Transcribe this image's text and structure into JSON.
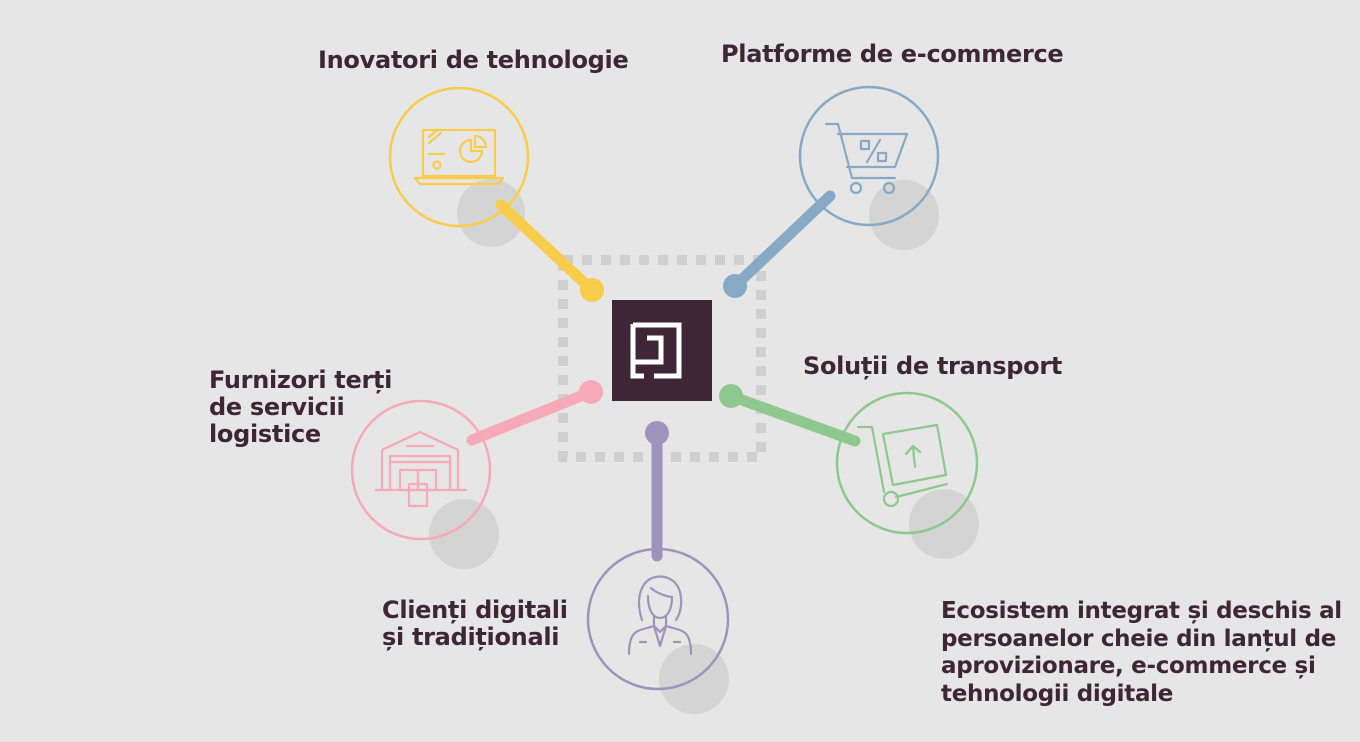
{
  "nodes": {
    "tech": {
      "label_lines": [
        "Inovatori de tehnologie"
      ],
      "color": "#f8cd4b",
      "icon": "laptop-chart-icon"
    },
    "ecommerce": {
      "label_lines": [
        "Platforme de e-commerce"
      ],
      "color": "#87a9c6",
      "icon": "shopping-cart-percent-icon"
    },
    "transport": {
      "label_lines": [
        "Soluții de transport"
      ],
      "color": "#8ec88e",
      "icon": "hand-truck-box-icon"
    },
    "logistics": {
      "label_lines": [
        "Furnizori terți",
        "de servicii",
        "logistice"
      ],
      "color": "#f6a9b6",
      "icon": "warehouse-icon"
    },
    "clients": {
      "label_lines": [
        "Clienți digitali",
        "și tradiționali"
      ],
      "color": "#9d94bb",
      "icon": "woman-avatar-icon"
    }
  },
  "center": {
    "color": "#3e2636",
    "icon": "center-logo-icon"
  },
  "caption": {
    "lines": [
      "Ecosistem integrat și deschis al",
      "persoanelor cheie din lanțul de",
      "aprovizionare, e-commerce și",
      "tehnologii digitale"
    ]
  }
}
